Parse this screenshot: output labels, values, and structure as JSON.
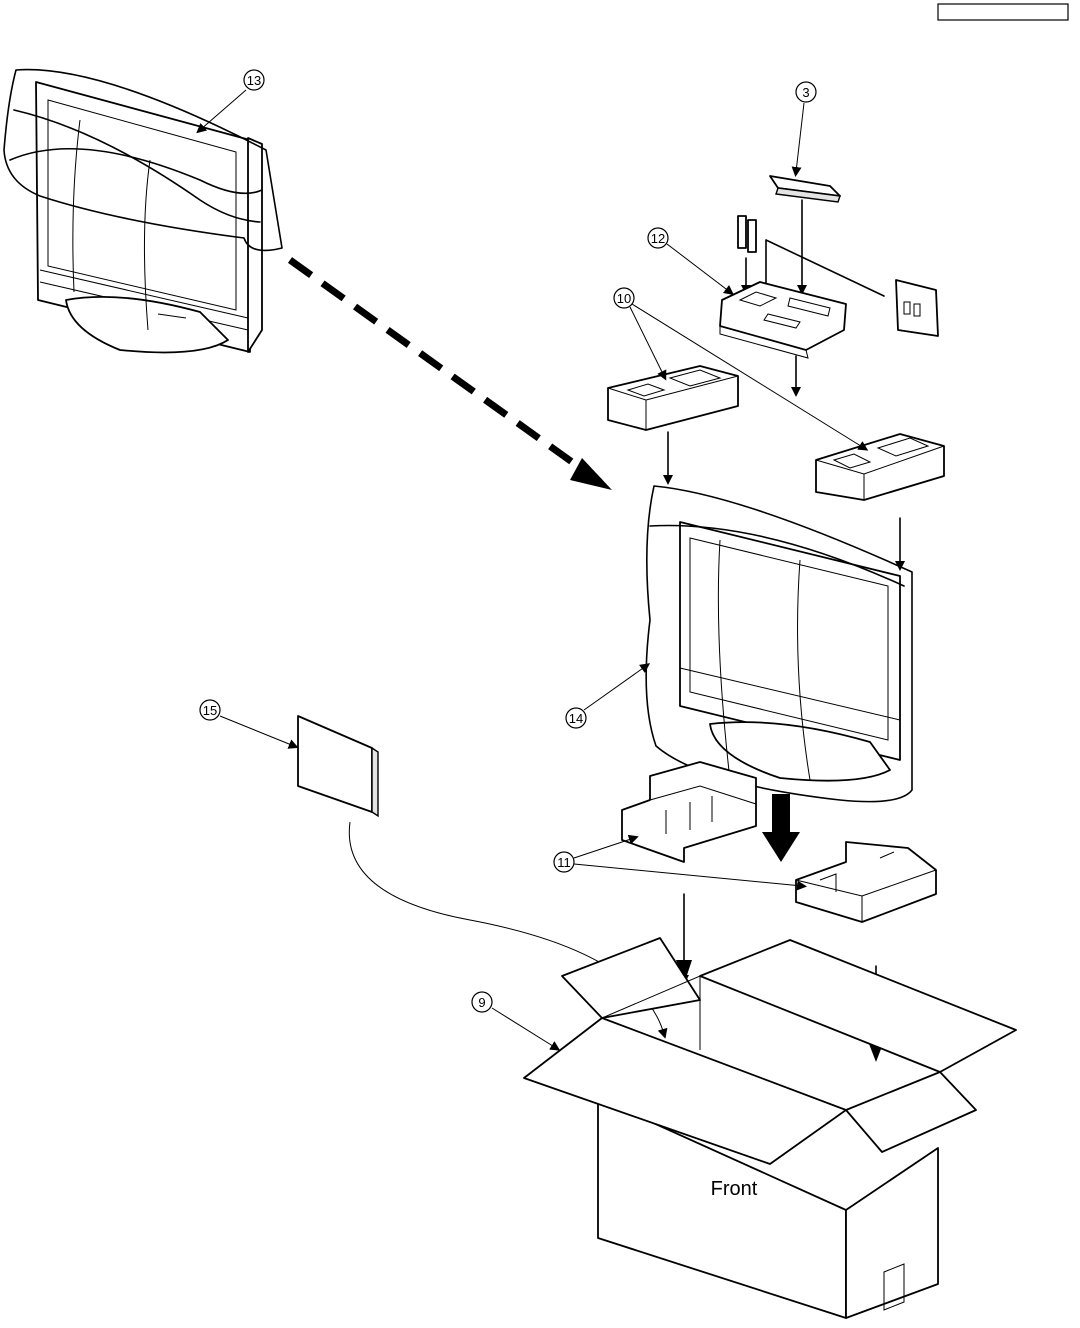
{
  "header_box": "",
  "callouts": {
    "c13": "13",
    "c3": "3",
    "c12": "12",
    "c10": "10",
    "c14": "14",
    "c15": "15",
    "c11": "11",
    "c9": "9"
  },
  "box_label": "Front",
  "colors": {
    "line": "#000000",
    "background": "#ffffff",
    "shade": "#e4e4e4"
  },
  "icons": [
    "tv-with-bag-icon",
    "remote-control-icon",
    "batteries-icon",
    "accessory-tray-icon",
    "card-icon",
    "foam-cushion-icon",
    "manual-icon",
    "carton-box-icon"
  ]
}
